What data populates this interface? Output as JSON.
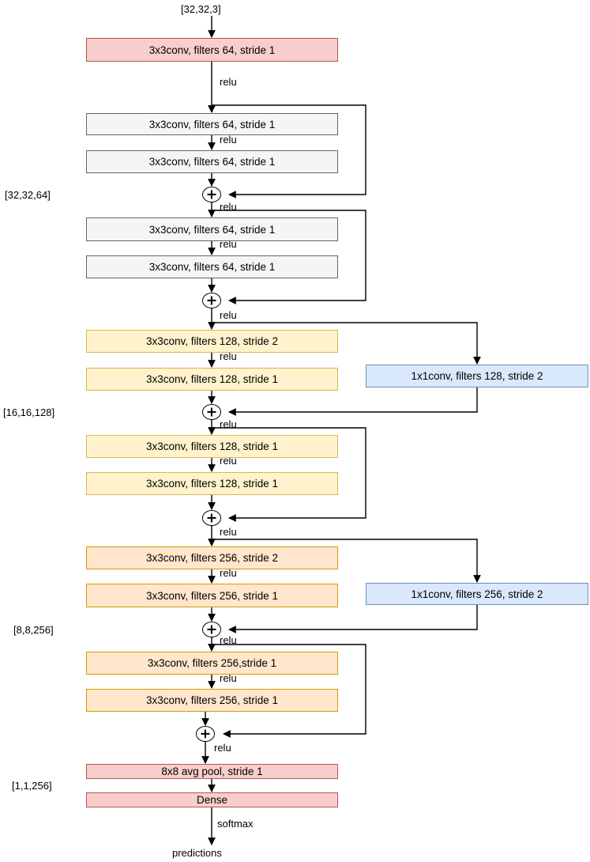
{
  "colors": {
    "red_fill": "#f8cecc",
    "red_border": "#b85450",
    "gray_fill": "#f5f5f5",
    "gray_border": "#666666",
    "yellow_fill": "#fff2cc",
    "yellow_border": "#d6b656",
    "orange_fill": "#ffe6cc",
    "orange_border": "#d79b00",
    "blue_fill": "#dae8fc",
    "blue_border": "#6c8ebf",
    "line": "#000000"
  },
  "shapes": {
    "input": "[32,32,3]",
    "conv_input": "3x3conv, filters 64, stride 1",
    "stage1": {
      "block1": {
        "conv_a": "3x3conv, filters 64, stride 1",
        "conv_b": "3x3conv, filters 64, stride 1",
        "dim": "[32,32,64]"
      },
      "block2": {
        "conv_a": "3x3conv, filters 64, stride 1",
        "conv_b": "3x3conv, filters 64, stride 1"
      }
    },
    "stage2": {
      "block1": {
        "conv_a": "3x3conv, filters 128, stride 2",
        "conv_b": "3x3conv, filters 128, stride 1",
        "shortcut": "1x1conv, filters 128, stride 2",
        "dim": "[16,16,128]"
      },
      "block2": {
        "conv_a": "3x3conv, filters 128, stride 1",
        "conv_b": "3x3conv, filters 128, stride 1"
      }
    },
    "stage3": {
      "block1": {
        "conv_a": "3x3conv, filters 256, stride 2",
        "conv_b": "3x3conv, filters 256, stride 1",
        "shortcut": "1x1conv, filters 256, stride 2",
        "dim": "[8,8,256]"
      },
      "block2": {
        "conv_a": "3x3conv, filters 256,stride 1",
        "conv_b": "3x3conv, filters 256, stride 1"
      }
    },
    "pool": "8x8 avg pool, stride 1",
    "pool_dim": "[1,1,256]",
    "dense": "Dense",
    "output": "predictions"
  },
  "edge_labels": {
    "relu": "relu",
    "softmax": "softmax"
  }
}
